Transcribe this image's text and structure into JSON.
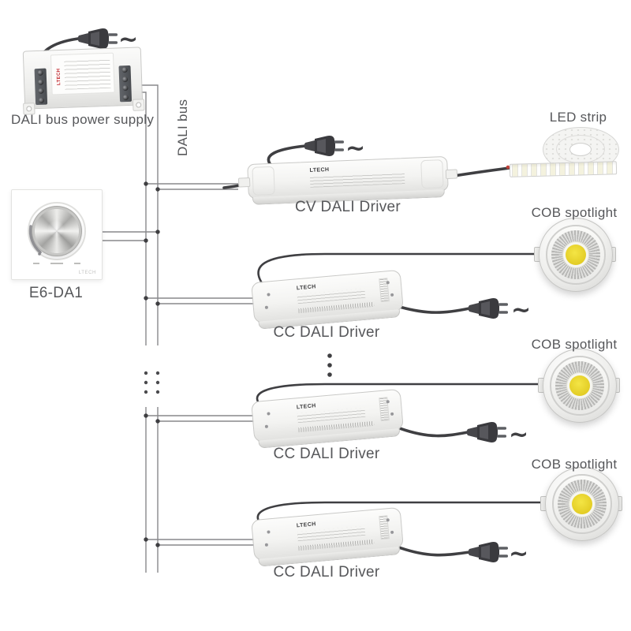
{
  "diagram": {
    "title_hint": "DALI lighting wiring diagram",
    "ac_symbol": "~",
    "bus_label": "DALI bus",
    "power_supply": {
      "label": "DALI bus power supply",
      "brand": "LTECH"
    },
    "dimmer": {
      "label": "E6-DA1",
      "brand": "LTECH"
    },
    "cv_driver": {
      "label": "CV DALI Driver",
      "brand": "LTECH"
    },
    "led_strip": {
      "label": "LED strip"
    },
    "cc_drivers": [
      {
        "label": "CC DALI Driver",
        "brand": "LTECH"
      },
      {
        "label": "CC DALI Driver",
        "brand": "LTECH"
      },
      {
        "label": "CC DALI Driver",
        "brand": "LTECH"
      }
    ],
    "cob_spotlights": [
      {
        "label": "COB spotlight"
      },
      {
        "label": "COB spotlight"
      },
      {
        "label": "COB spotlight"
      }
    ],
    "colors": {
      "label_text": "#56575a",
      "bus_line": "#88888b",
      "cable": "#3f3f42",
      "cob_yellow": "#e8d32a",
      "brand_red": "#c1272d"
    }
  }
}
